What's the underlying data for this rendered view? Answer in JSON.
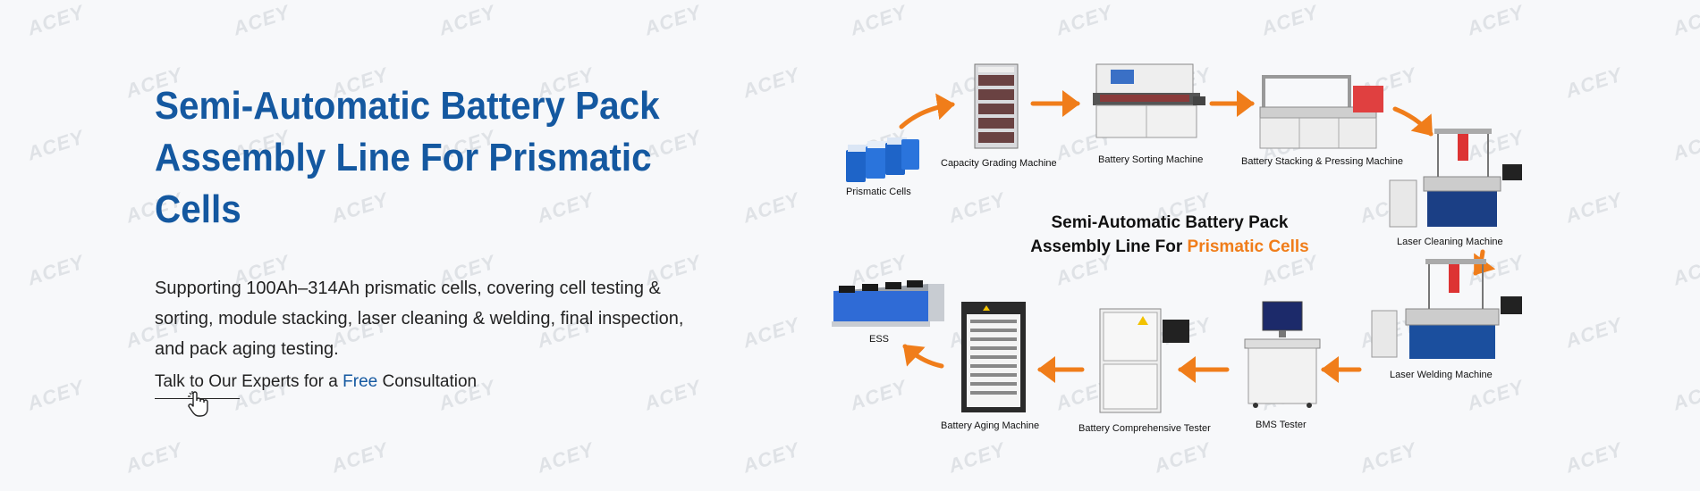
{
  "watermark_text": "ACEY",
  "hero": {
    "title_line1": "Semi-Automatic Battery Pack",
    "title_line2": "Assembly Line For Prismatic Cells",
    "description": "Supporting 100Ah–314Ah prismatic cells, covering cell testing & sorting, module stacking, laser cleaning & welding, final inspection, and pack aging testing.",
    "cta_prefix": "Talk to Our Experts for a ",
    "cta_highlight": "Free",
    "cta_suffix": " Consultation"
  },
  "diagram": {
    "title_line1": "Semi-Automatic Battery Pack",
    "title_line2_prefix": "Assembly Line For ",
    "title_line2_highlight": "Prismatic Cells",
    "labels": {
      "prismatic_cells": "Prismatic Cells",
      "capacity_grading": "Capacity Grading Machine",
      "battery_sorting": "Battery Sorting Machine",
      "stacking_pressing": "Battery Stacking & Pressing Machine",
      "laser_cleaning": "Laser Cleaning Machine",
      "laser_welding": "Laser Welding Machine",
      "bms_tester": "BMS Tester",
      "comprehensive_tester": "Battery Comprehensive Tester",
      "aging_machine": "Battery Aging Machine",
      "ess": "ESS"
    }
  },
  "colors": {
    "title_blue": "#1458a0",
    "accent_orange": "#f07d1a",
    "cell_blue": "#1e64c8"
  }
}
